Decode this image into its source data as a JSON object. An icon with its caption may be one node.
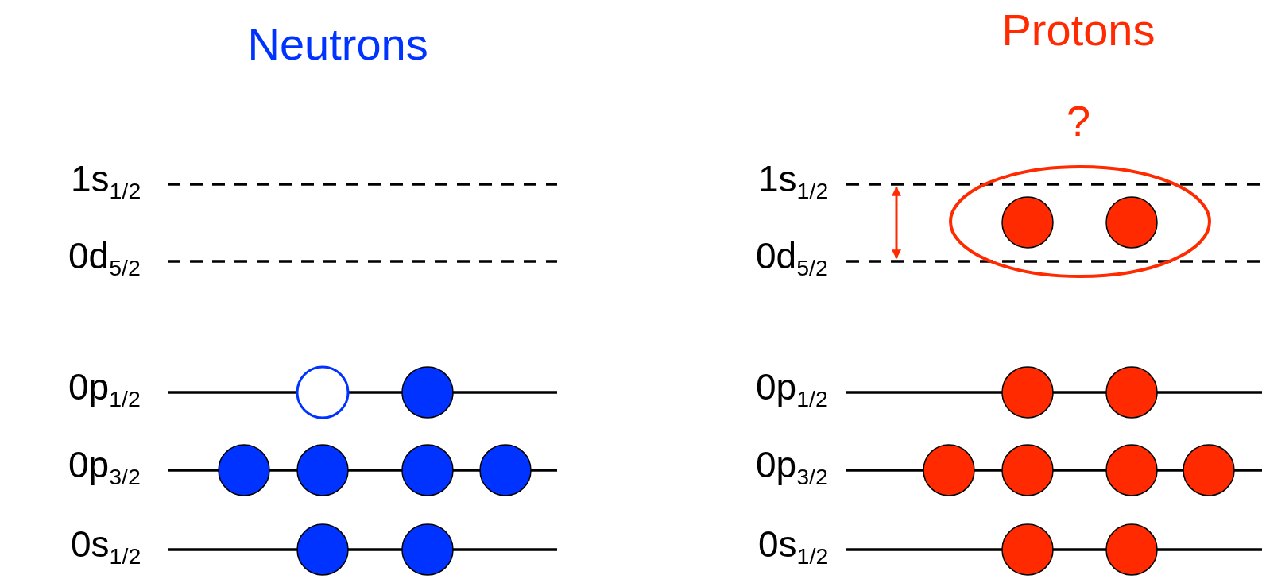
{
  "diagram": {
    "labels": [
      "Protons",
      "Neutrons",
      "?",
      "1s$_{1/2}$",
      "1s$_{1/2}$",
      "0d$_{5/2}$",
      "0d$_{5/2}$",
      "0p$_{1/2}$",
      "0p$_{1/2}$",
      "0p$_{3/2}$",
      "0p$_{3/2}$",
      "0s$_{1/2}$",
      "0s$_{1/2}$"
    ]
  }
}
